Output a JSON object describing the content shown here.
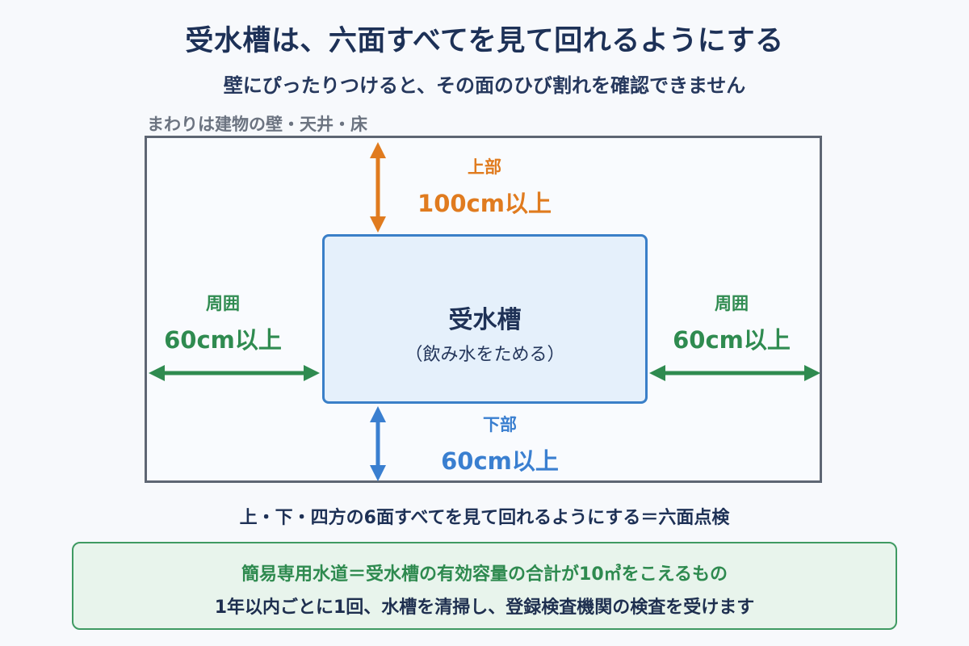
{
  "title": "受水槽は、六面すべてを見て回れるようにする",
  "subtitle": "壁にぴったりつけると、その面のひび割れを確認できません",
  "surround_label": "まわりは建物の壁・天井・床",
  "tank": {
    "name": "受水槽",
    "desc": "（飲み水をためる）"
  },
  "top": {
    "head": "上部",
    "value": "100cm以上",
    "color": "#e07b1f"
  },
  "bottom": {
    "head": "下部",
    "value": "60cm以上",
    "color": "#3a7fd0"
  },
  "left": {
    "head": "周囲",
    "value": "60cm以上",
    "color": "#2f8b50"
  },
  "right": {
    "head": "周囲",
    "value": "60cm以上",
    "color": "#2f8b50"
  },
  "summary": "上・下・四方の6面すべてを見て回れるようにする＝六面点検",
  "note": {
    "line1": "簡易専用水道＝受水槽の有効容量の合計が10㎥をこえるもの",
    "line2": "1年以内ごとに1回、水槽を清掃し、登録検査機関の検査を受けます"
  },
  "colors": {
    "room_border": "#5e6673",
    "tank_border": "#3a7fc8",
    "tank_fill": "#e5f0fb",
    "note_border": "#3f9a62",
    "note_fill": "#e8f4ec"
  }
}
